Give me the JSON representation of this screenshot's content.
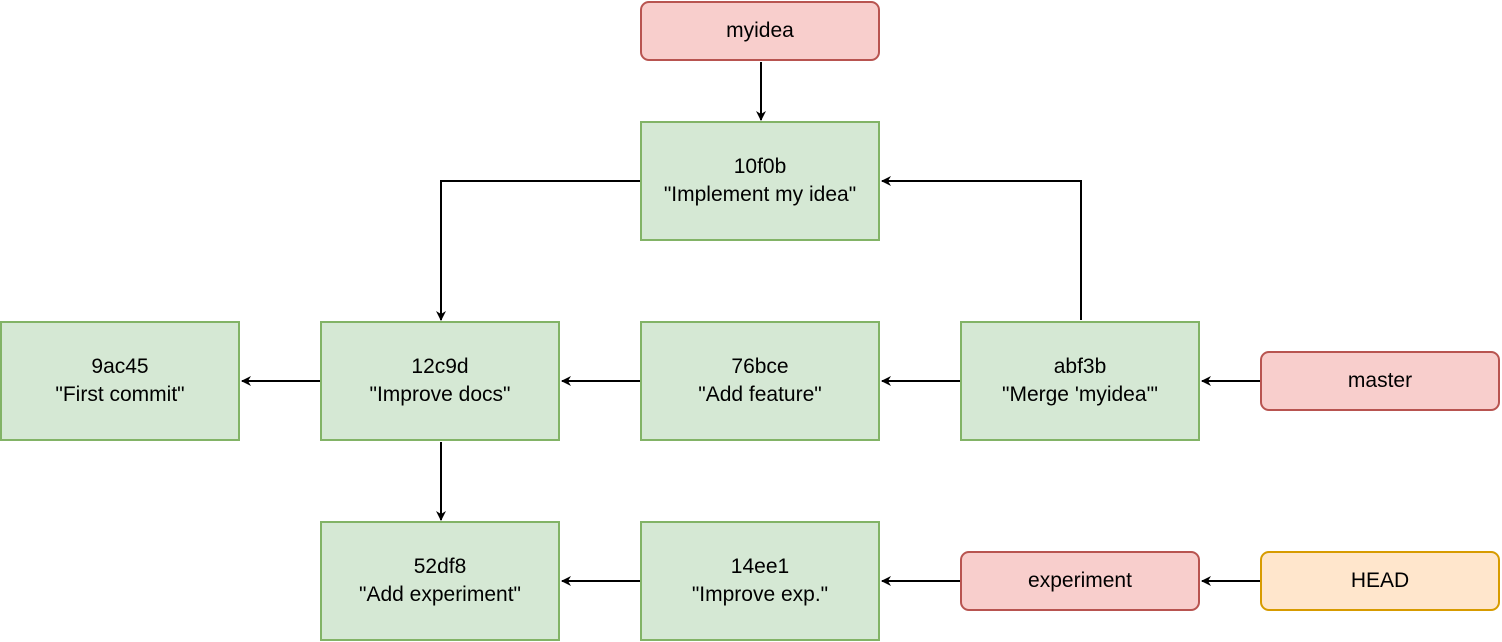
{
  "colors": {
    "commit_fill": "#d5e8d4",
    "commit_border": "#82b366",
    "branch_fill": "#f8cecc",
    "branch_border": "#b85450",
    "head_fill": "#ffe6cc",
    "head_border": "#d79b00",
    "edge": "#000000"
  },
  "commits": {
    "c10f0b": {
      "hash": "10f0b",
      "message": "\"Implement my idea\""
    },
    "c9ac45": {
      "hash": "9ac45",
      "message": "\"First commit\""
    },
    "c12c9d": {
      "hash": "12c9d",
      "message": "\"Improve docs\""
    },
    "c76bce": {
      "hash": "76bce",
      "message": "\"Add feature\""
    },
    "cabf3b": {
      "hash": "abf3b",
      "message": "\"Merge 'myidea'\""
    },
    "c52df8": {
      "hash": "52df8",
      "message": "\"Add experiment\""
    },
    "c14ee1": {
      "hash": "14ee1",
      "message": "\"Improve exp.\""
    }
  },
  "refs": {
    "myidea": {
      "label": "myidea"
    },
    "master": {
      "label": "master"
    },
    "experiment": {
      "label": "experiment"
    },
    "head": {
      "label": "HEAD"
    }
  },
  "edges": [
    {
      "from": "myidea",
      "to": "10f0b"
    },
    {
      "from": "10f0b",
      "to": "12c9d"
    },
    {
      "from": "abf3b",
      "to": "10f0b"
    },
    {
      "from": "12c9d",
      "to": "9ac45"
    },
    {
      "from": "76bce",
      "to": "12c9d"
    },
    {
      "from": "abf3b",
      "to": "76bce"
    },
    {
      "from": "master",
      "to": "abf3b"
    },
    {
      "from": "12c9d",
      "to": "52df8"
    },
    {
      "from": "14ee1",
      "to": "52df8"
    },
    {
      "from": "experiment",
      "to": "14ee1"
    },
    {
      "from": "HEAD",
      "to": "experiment"
    }
  ]
}
